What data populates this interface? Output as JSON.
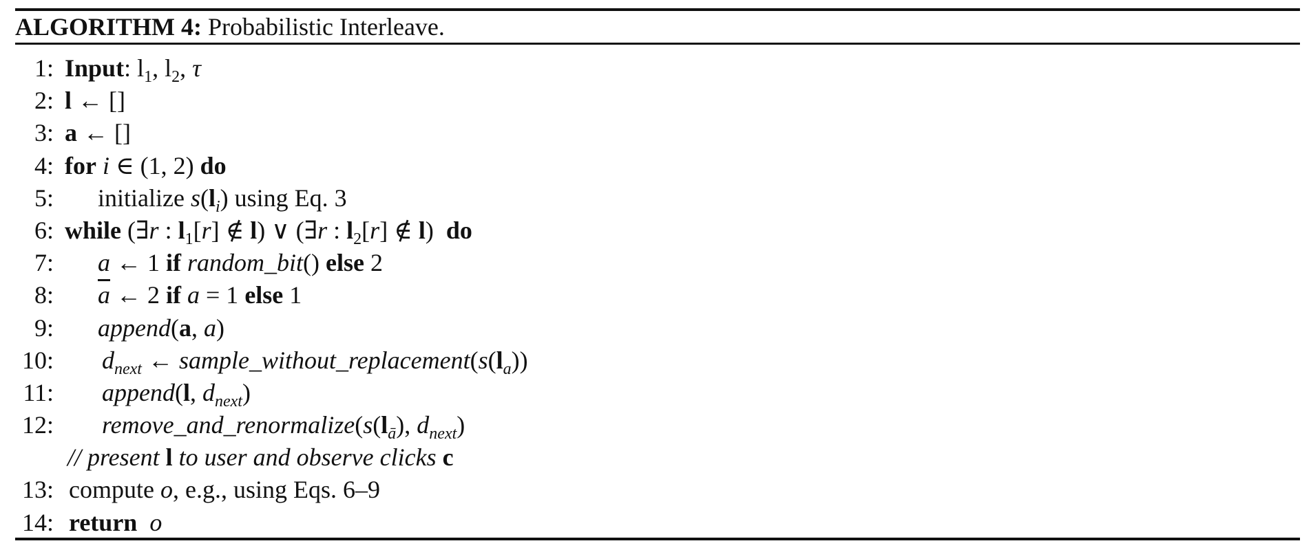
{
  "algorithm": {
    "title_label": "ALGORITHM 4:",
    "title_text": "Probabilistic Interleave."
  },
  "lines": {
    "l1": {
      "no": "1:",
      "kw": "Input",
      "rest_a": ": l",
      "sub1": "1",
      "rest_b": ", l",
      "sub2": "2",
      "rest_c": ", ",
      "tau": "τ"
    },
    "l2": {
      "no": "2:",
      "var": "l",
      "rest": " ← []"
    },
    "l3": {
      "no": "3:",
      "var": "a",
      "rest": " ← []"
    },
    "l4": {
      "no": "4:",
      "kw_for": "for",
      "ivar": "i",
      "mid": " ∈ (1, 2) ",
      "kw_do": "do"
    },
    "l5": {
      "no": "5:",
      "pre": "initialize ",
      "fn": "s",
      "open": "(",
      "var": "l",
      "sub": "i",
      "close": ") using Eq. 3"
    },
    "l6": {
      "no": "6:",
      "kw_while": "while",
      "p1": " (∃",
      "r1": "r",
      "p2": " : ",
      "v1": "l",
      "s1": "1",
      "p3": "[",
      "r2": "r",
      "p4": "] ∉ ",
      "v2": "l",
      "p5": ") ∨ (∃",
      "r3": "r",
      "p6": " : ",
      "v3": "l",
      "s2": "2",
      "p7": "[",
      "r4": "r",
      "p8": "] ∉ ",
      "v4": "l",
      "p9": ")  ",
      "kw_do": "do"
    },
    "l7": {
      "no": "7:",
      "a": "a",
      "p1": " ← 1 ",
      "kw_if": "if",
      "fn": " random_bit",
      "p2": "() ",
      "kw_else": "else",
      "p3": " 2"
    },
    "l8": {
      "no": "8:",
      "abar": "a",
      "p1": " ← 2 ",
      "kw_if": "if",
      "a": " a",
      "p2": " = 1 ",
      "kw_else": "else",
      "p3": " 1"
    },
    "l9": {
      "no": "9:",
      "fn": "append",
      "p1": "(",
      "var": "a",
      "p2": ", ",
      "a": "a",
      "p3": ")"
    },
    "l10": {
      "no": "10:",
      "d": "d",
      "dsub": "next",
      "p1": " ← ",
      "fn": "sample_without_replacement",
      "p2": "(",
      "s": "s",
      "p3": "(",
      "var": "l",
      "sub": "a",
      "p4": "))"
    },
    "l11": {
      "no": "11:",
      "fn": "append",
      "p1": "(",
      "var": "l",
      "p2": ", ",
      "d": "d",
      "dsub": "next",
      "p3": ")"
    },
    "l12": {
      "no": "12:",
      "fn": "remove_and_renormalize",
      "p1": "(",
      "s": "s",
      "p2": "(",
      "var": "l",
      "sub": "ā",
      "p3": "), ",
      "d": "d",
      "dsub": "next",
      "p4": ")"
    },
    "comment": {
      "c1": "// present ",
      "var": "l",
      "c2": " to user and observe clicks ",
      "clicks": "c"
    },
    "l13": {
      "no": "13:",
      "pre": "compute ",
      "o": "o",
      "rest": ", e.g., using Eqs. 6–9"
    },
    "l14": {
      "no": "14:",
      "kw": "return",
      "gap": "  ",
      "o": "o"
    }
  }
}
